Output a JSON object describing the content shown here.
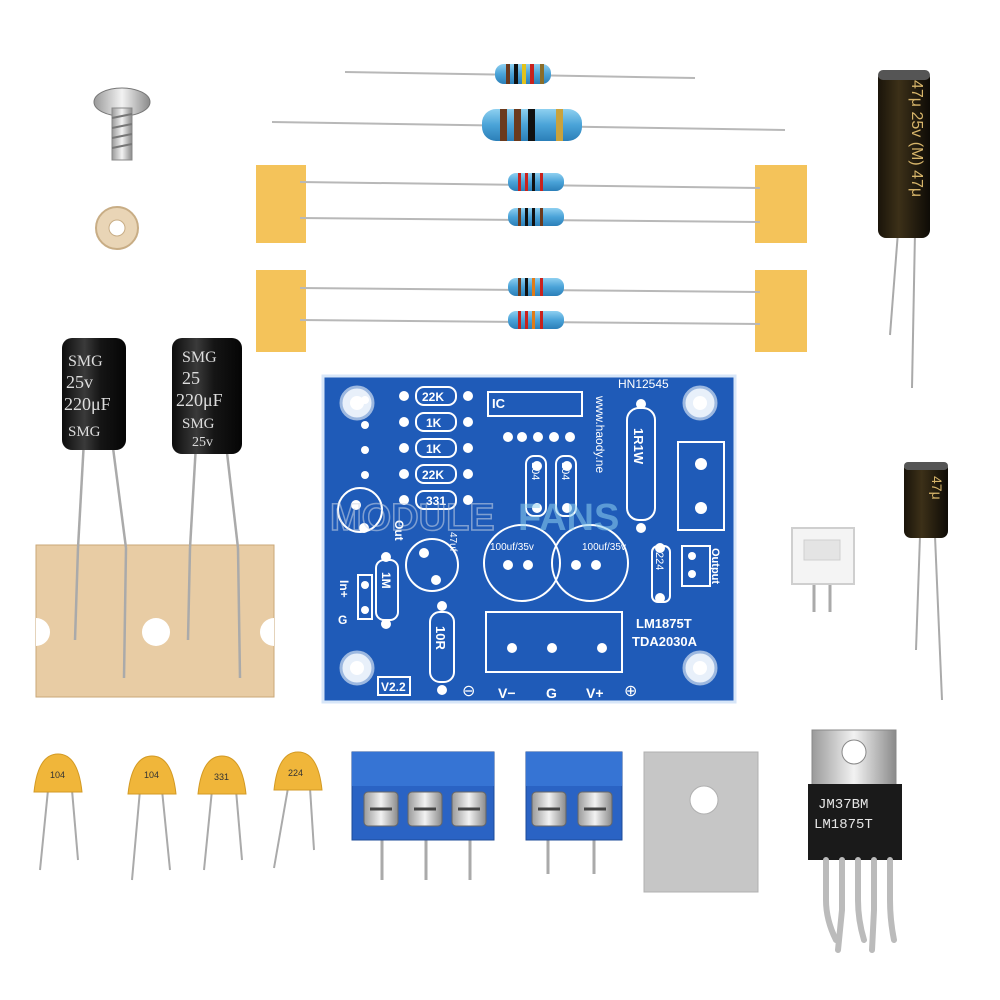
{
  "board": {
    "top_right_label": "HN12545",
    "ic_label": "IC",
    "vertical_url": "www.haody.ne",
    "res_22k_a": "22K",
    "res_1k_a": "1K",
    "res_1k_b": "1K",
    "res_22k_b": "22K",
    "res_331": "331",
    "res_1r1w": "1R1W",
    "cap_104_a": "104",
    "cap_104_b": "104",
    "cap_100uf_left": "100uf/35v",
    "cap_100uf_right": "100uf/35v",
    "cap_47uf": "47uf",
    "cap_224": "224",
    "label_in_plus": "In+",
    "label_g": "G",
    "label_1m": "1M",
    "label_out": "Out",
    "label_output": "Output",
    "label_10r": "10R",
    "chip_label_1": "LM1875T",
    "chip_label_2": "TDA2030A",
    "version": "V2.2",
    "minus_sign": "⊖",
    "plus_sign": "⊕",
    "pwr_v_minus": "V−",
    "pwr_g": "G",
    "pwr_v_plus": "V+"
  },
  "watermark": {
    "part1": "MODULE",
    "part2": "FANS"
  },
  "capacitors": {
    "big_left": {
      "brand_top": "SMG",
      "voltage": "25v",
      "value": "220μF",
      "brand_bottom": "SMG"
    },
    "big_right": {
      "brand_top": "SMG",
      "voltage": "25",
      "value": "220μF",
      "brand_bottom": "SMG",
      "voltage_bottom": "25v"
    },
    "small_top_right": "47μ 25v (M) 47μ",
    "small_mid_right": "47μ"
  },
  "ceramic_caps": [
    "104",
    "104",
    "331",
    "224"
  ],
  "chip": {
    "line1": "JM37BM",
    "line2": "LM1875T"
  },
  "colors": {
    "pcb_blue": "#1f5bb8",
    "tape_yellow": "#f4c35a",
    "cap_black": "#1a1a1a",
    "terminal_blue": "#2a63c4",
    "ceramic_orange": "#f0b63a"
  }
}
